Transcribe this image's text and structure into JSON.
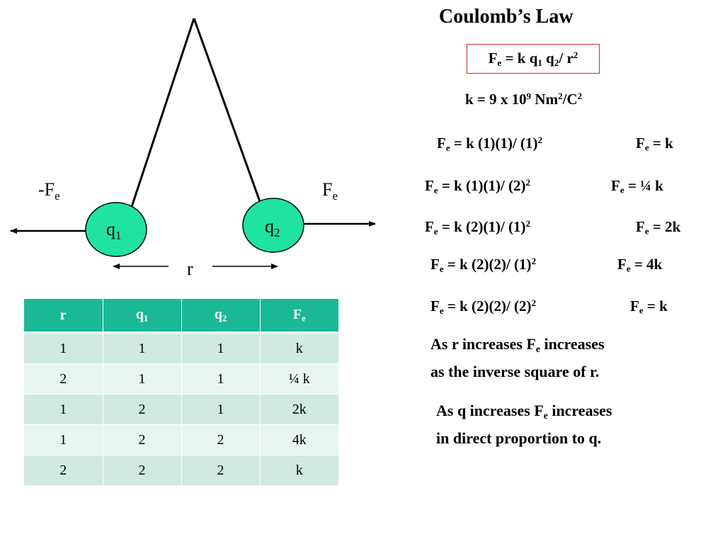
{
  "title": "Coulomb’s Law",
  "formula": {
    "F": "F",
    "e": "e",
    "eq": " = k q",
    "s1": "1",
    "q2": " q",
    "s2": "2",
    "r": "/ r",
    "p": "2"
  },
  "constant": {
    "k": "k = 9 x 10",
    "exp": "9",
    "unit": " Nm",
    "usup": "2",
    "c": "/C",
    "csup": "2"
  },
  "diagram": {
    "charge1": {
      "q": "q",
      "sub": "1"
    },
    "charge2": {
      "q": "q",
      "sub": "2"
    },
    "force_left": {
      "prefix": "-F",
      "sub": "e"
    },
    "force_right": {
      "prefix": "F",
      "sub": "e"
    },
    "distance": "r",
    "colors": {
      "charge_fill": "#1fe39e",
      "line": "#000000"
    }
  },
  "calculations": [
    {
      "F": "F",
      "e": "e",
      "expr": " = k (1)(1)/ (1)",
      "p": "2",
      "res_F": "F",
      "res_e": "e",
      "res": " = k"
    },
    {
      "F": "F",
      "e": "e",
      "expr": " = k (1)(1)/ (2)",
      "p": "2",
      "res_F": "F",
      "res_e": "e",
      "res": " = ¼ k"
    },
    {
      "F": "F",
      "e": "e",
      "expr": " = k (2)(1)/ (1)",
      "p": "2",
      "res_F": "F",
      "res_e": "e",
      "res": " = 2k"
    },
    {
      "F": "F",
      "e": "e",
      "expr": " = k (2)(2)/ (1)",
      "p": "2",
      "res_F": "F",
      "res_e": "e",
      "res": " = 4k"
    },
    {
      "F": "F",
      "e": "e",
      "expr": " = k (2)(2)/ (2)",
      "p": "2",
      "res_F": "F",
      "res_e": "e",
      "res": " = k"
    }
  ],
  "notes": [
    {
      "a": "As r  increases F",
      "sub": "e",
      "b": " increases",
      "c": "as the inverse square of r."
    },
    {
      "a": "As q  increases F",
      "sub": "e",
      "b": " increases",
      "c": "in direct proportion to q."
    }
  ],
  "table": {
    "headers": [
      {
        "main": "r",
        "sub": ""
      },
      {
        "main": "q",
        "sub": "1"
      },
      {
        "main": "q",
        "sub": "2"
      },
      {
        "main": "F",
        "sub": "e"
      }
    ],
    "rows": [
      [
        "1",
        "1",
        "1",
        "k"
      ],
      [
        "2",
        "1",
        "1",
        "¼ k"
      ],
      [
        "1",
        "2",
        "1",
        "2k"
      ],
      [
        "1",
        "2",
        "2",
        "4k"
      ],
      [
        "2",
        "2",
        "2",
        "k"
      ]
    ],
    "colors": {
      "header": "#1ab894",
      "row_dark": "#cfeadf",
      "row_light": "#e8f4ef"
    }
  }
}
